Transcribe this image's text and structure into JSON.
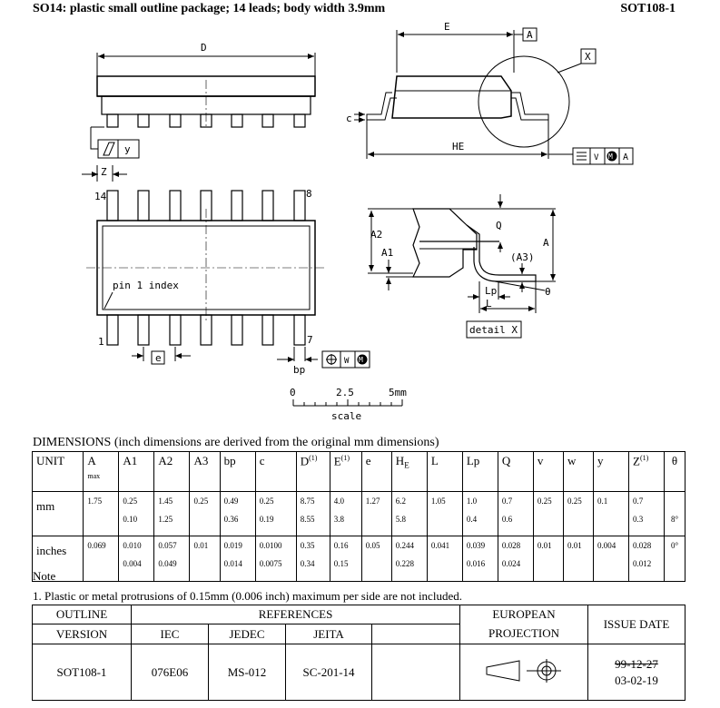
{
  "header": {
    "title": "SO14: plastic small outline package; 14 leads; body width 3.9mm",
    "code": "SOT108-1"
  },
  "drawing": {
    "labels": {
      "D": "D",
      "E": "E",
      "A_box": "A",
      "X_box": "X",
      "c": "c",
      "HE": "HE",
      "y": "y",
      "Z": "Z",
      "pin14": "14",
      "pin8": "8",
      "pin1": "1",
      "pin7": "7",
      "pin1_index": "pin 1 index",
      "e": "e",
      "bp": "bp",
      "w": "W",
      "v": "V",
      "A2": "A2",
      "A1": "A1",
      "A": "A",
      "Q": "Q",
      "A3": "(A3)",
      "Lp": "Lp",
      "L": "L",
      "theta": "θ",
      "detail": "detail X"
    },
    "scale": {
      "min": "0",
      "mid": "2.5",
      "max": "5mm",
      "label": "scale"
    }
  },
  "dimensions": {
    "title": "DIMENSIONS (inch dimensions are derived from the original mm dimensions)",
    "header": [
      {
        "t": "UNIT"
      },
      {
        "t": "A",
        "sub": "max"
      },
      {
        "t": "A1"
      },
      {
        "t": "A2"
      },
      {
        "t": "A3"
      },
      {
        "t": "bp"
      },
      {
        "t": "c"
      },
      {
        "t": "D",
        "sup": "(1)"
      },
      {
        "t": "E",
        "sup": "(1)"
      },
      {
        "t": "e"
      },
      {
        "t": "H",
        "subs": "E"
      },
      {
        "t": "L"
      },
      {
        "t": "Lp"
      },
      {
        "t": "Q"
      },
      {
        "t": "v"
      },
      {
        "t": "w"
      },
      {
        "t": "y"
      },
      {
        "t": "Z",
        "sup": "(1)"
      },
      {
        "t": "θ"
      }
    ],
    "mm": {
      "unit": "mm",
      "cells": [
        [
          "1.75"
        ],
        [
          "0.25",
          "0.10"
        ],
        [
          "1.45",
          "1.25"
        ],
        [
          "0.25"
        ],
        [
          "0.49",
          "0.36"
        ],
        [
          "0.25",
          "0.19"
        ],
        [
          "8.75",
          "8.55"
        ],
        [
          "4.0",
          "3.8"
        ],
        [
          "1.27"
        ],
        [
          "6.2",
          "5.8"
        ],
        [
          "1.05"
        ],
        [
          "1.0",
          "0.4"
        ],
        [
          "0.7",
          "0.6"
        ],
        [
          "0.25"
        ],
        [
          "0.25"
        ],
        [
          "0.1"
        ],
        [
          "0.7",
          "0.3"
        ]
      ]
    },
    "inches": {
      "unit": "inches",
      "cells": [
        [
          "0.069"
        ],
        [
          "0.010",
          "0.004"
        ],
        [
          "0.057",
          "0.049"
        ],
        [
          "0.01"
        ],
        [
          "0.019",
          "0.014"
        ],
        [
          "0.0100",
          "0.0075"
        ],
        [
          "0.35",
          "0.34"
        ],
        [
          "0.16",
          "0.15"
        ],
        [
          "0.05"
        ],
        [
          "0.244",
          "0.228"
        ],
        [
          "0.041"
        ],
        [
          "0.039",
          "0.016"
        ],
        [
          "0.028",
          "0.024"
        ],
        [
          "0.01"
        ],
        [
          "0.01"
        ],
        [
          "0.004"
        ],
        [
          "0.028",
          "0.012"
        ]
      ]
    },
    "theta": [
      "8°",
      "0°"
    ]
  },
  "note": {
    "title": "Note",
    "text": "1. Plastic or metal protrusions of 0.15mm (0.006 inch) maximum per side are not included."
  },
  "outline": {
    "h_outline": "OUTLINE",
    "h_version": "VERSION",
    "h_references": "REFERENCES",
    "h_iec": "IEC",
    "h_jedec": "JEDEC",
    "h_jeita": "JEITA",
    "h_european": "EUROPEAN",
    "h_projection": "PROJECTION",
    "h_issue": "ISSUE DATE",
    "version": "SOT108-1",
    "iec": "076E06",
    "jedec": "MS-012",
    "jeita": "SC-201-14",
    "issue_old": "99-12-27",
    "issue_new": "03-02-19"
  }
}
